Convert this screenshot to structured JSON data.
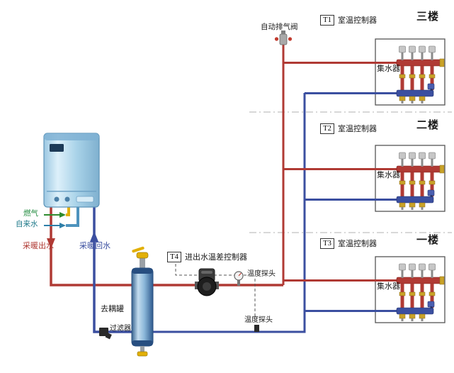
{
  "labels": {
    "auto_air_vent": "自动排气阀",
    "gas": "燃气",
    "tap_water": "自来水",
    "heating_supply": "采暖出水",
    "heating_return": "采暖回水",
    "decoupling_tank": "去耦罐",
    "filter": "过滤器",
    "t4_tag": "T4",
    "t4_name": "进出水温差控制器",
    "temp_probe_1": "温度探头",
    "temp_probe_2": "温度探头",
    "manifold": "集水器"
  },
  "floors": [
    {
      "tag": "T1",
      "controller": "室温控制器",
      "name": "三楼"
    },
    {
      "tag": "T2",
      "controller": "室温控制器",
      "name": "二楼"
    },
    {
      "tag": "T3",
      "controller": "室温控制器",
      "name": "一楼"
    }
  ],
  "colors": {
    "supply_pipe": "#b03a34",
    "return_pipe": "#3b4fa0",
    "gas_pipe": "#e2b007",
    "gas_text": "#1f8a3d",
    "tap_water_text": "#1f7a8a",
    "brass": "#c9a227"
  }
}
